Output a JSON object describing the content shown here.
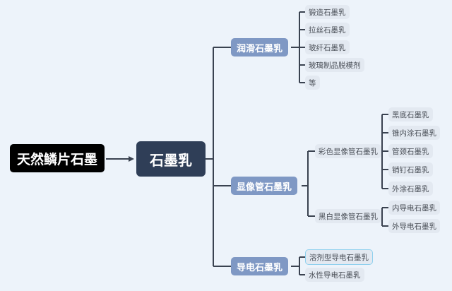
{
  "root": "天然鳞片石墨",
  "center": "石墨乳",
  "branches": [
    {
      "label": "润滑石墨乳",
      "children": [
        "锻造石墨乳",
        "拉丝石墨乳",
        "玻纤石墨乳",
        "玻璃制品脱模剂",
        "等"
      ]
    },
    {
      "label": "显像管石墨乳",
      "children": [
        {
          "label": "彩色显像管石墨乳",
          "children": [
            "黑底石墨乳",
            "锥内涂石墨乳",
            "管颈石墨乳",
            "销钉石墨乳",
            "外涂石墨乳"
          ]
        },
        {
          "label": "黑白显像管石墨乳",
          "children": [
            "内导电石墨乳",
            "外导电石墨乳"
          ]
        }
      ]
    },
    {
      "label": "导电石墨乳",
      "children": [
        "溶剂型导电石墨乳",
        "水性导电石墨乳"
      ]
    }
  ]
}
